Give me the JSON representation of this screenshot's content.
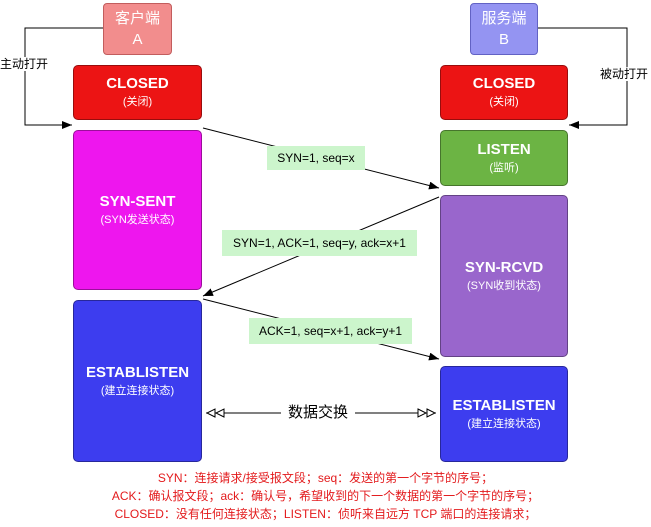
{
  "actors": {
    "client": {
      "name": "客户端",
      "id": "A",
      "color": "#f28d8d"
    },
    "server": {
      "name": "服务端",
      "id": "B",
      "color": "#9494f2"
    }
  },
  "open_labels": {
    "active": "主动打开",
    "passive": "被动打开"
  },
  "client_states": [
    {
      "title": "CLOSED",
      "desc": "(关闭)",
      "color": "#ec1414"
    },
    {
      "title": "SYN-SENT",
      "desc": "(SYN发送状态)",
      "color": "#ee16ee"
    },
    {
      "title": "ESTABLISTEN",
      "desc": "(建立连接状态)",
      "color": "#3d3def"
    }
  ],
  "server_states": [
    {
      "title": "CLOSED",
      "desc": "(关闭)",
      "color": "#ec1414"
    },
    {
      "title": "LISTEN",
      "desc": "(监听)",
      "color": "#6cb444"
    },
    {
      "title": "SYN-RCVD",
      "desc": "(SYN收到状态)",
      "color": "#9966cc"
    },
    {
      "title": "ESTABLISTEN",
      "desc": "(建立连接状态)",
      "color": "#3d3def"
    }
  ],
  "messages": [
    {
      "label": "SYN=1, seq=x",
      "color": "#ccf5cc"
    },
    {
      "label": "SYN=1, ACK=1, seq=y, ack=x+1",
      "color": "#ccf5cc"
    },
    {
      "label": "ACK=1, seq=x+1, ack=y+1",
      "color": "#ccf5cc"
    }
  ],
  "data_exchange": "数据交换",
  "legend": {
    "color": "#e31a1c",
    "lines": [
      "SYN：连接请求/接受报文段；seq：发送的第一个字节的序号；",
      "ACK：确认报文段；ack：确认号，希望收到的下一个数据的第一个字节的序号；",
      "CLOSED：没有任何连接状态；LISTEN：侦听来自远方 TCP 端口的连接请求；"
    ]
  }
}
